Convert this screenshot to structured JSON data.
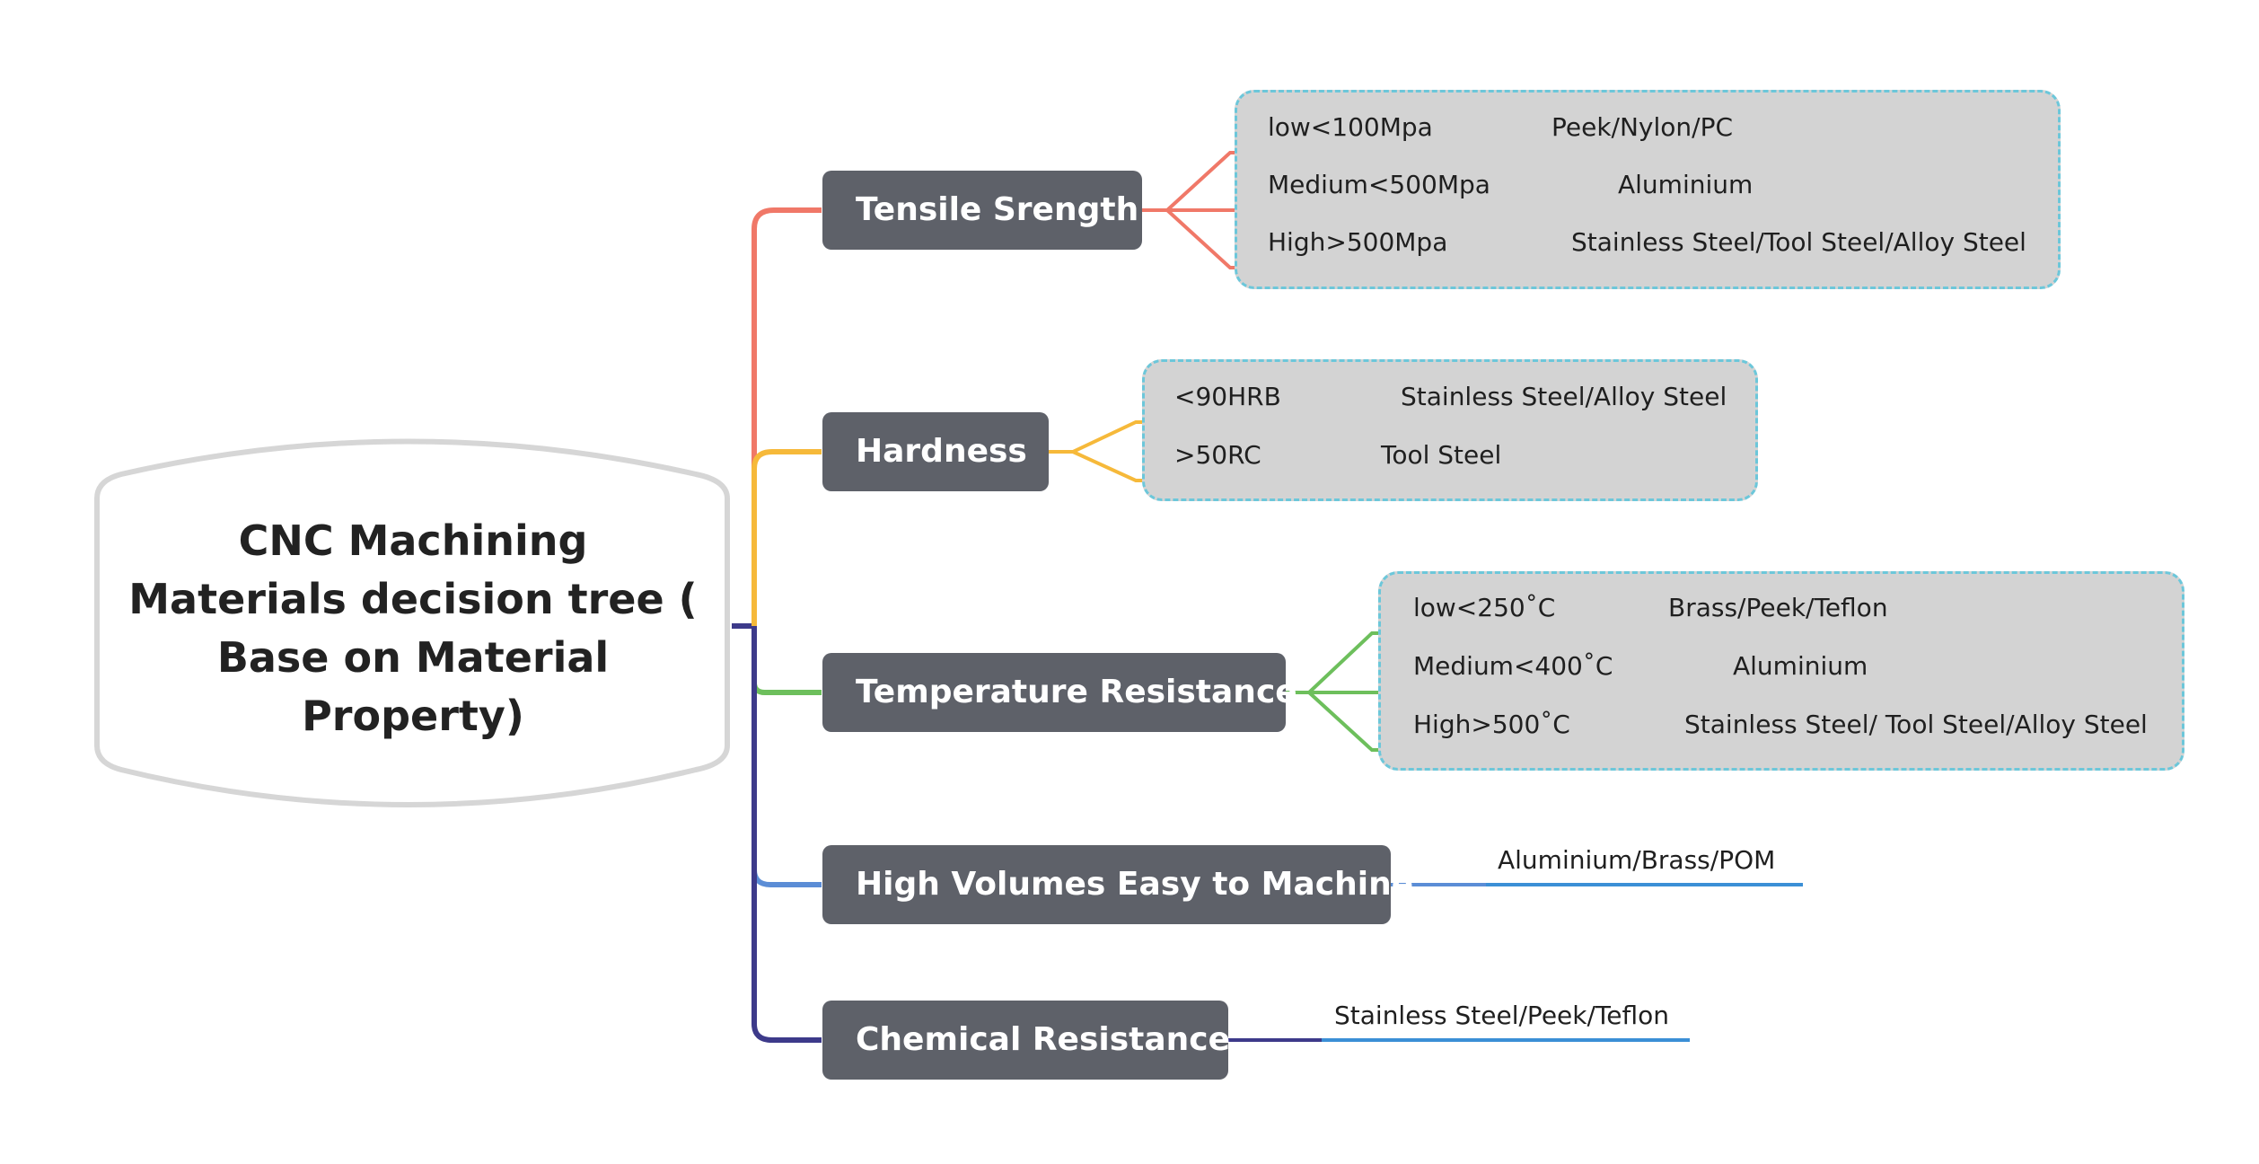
{
  "root": {
    "title_lines": [
      "CNC Machining",
      "Materials decision tree (",
      "Base on Material",
      "Property)"
    ]
  },
  "colors": {
    "tensile": "#f07868",
    "hardness": "#f6b93a",
    "temperature": "#6dbf5c",
    "volumes": "#5b8dd6",
    "chemical": "#3d3a8a",
    "material_line": "#3b8fd6",
    "node_bg": "#5e6169",
    "box_bg": "#d3d3d3",
    "box_border": "#6cc7da"
  },
  "branches": [
    {
      "label": "Tensile Srength",
      "items": [
        {
          "property": "low<100Mpa",
          "material": "Peek/Nylon/PC"
        },
        {
          "property": "Medium<500Mpa",
          "material": "Aluminium"
        },
        {
          "property": "High>500Mpa",
          "material": "Stainless Steel/Tool Steel/Alloy Steel"
        }
      ]
    },
    {
      "label": "Hardness",
      "items": [
        {
          "property": "<90HRB",
          "material": "Stainless Steel/Alloy Steel"
        },
        {
          "property": ">50RC",
          "material": "Tool Steel"
        }
      ]
    },
    {
      "label": "Temperature Resistance",
      "items": [
        {
          "property": "low<250˚C",
          "material": "Brass/Peek/Teflon"
        },
        {
          "property": "Medium<400˚C",
          "material": "Aluminium"
        },
        {
          "property": "High>500˚C",
          "material": "Stainless Steel/ Tool Steel/Alloy Steel"
        }
      ]
    },
    {
      "label": "High Volumes Easy to Machine",
      "material": "Aluminium/Brass/POM"
    },
    {
      "label": "Chemical Resistance",
      "material": "Stainless Steel/Peek/Teflon"
    }
  ]
}
